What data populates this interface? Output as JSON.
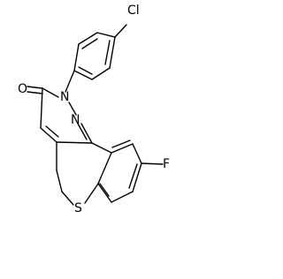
{
  "molecule": {
    "atoms": {
      "cl": "Cl",
      "o": "O",
      "n1": "N",
      "n2": "N",
      "s": "S",
      "f": "F"
    }
  }
}
